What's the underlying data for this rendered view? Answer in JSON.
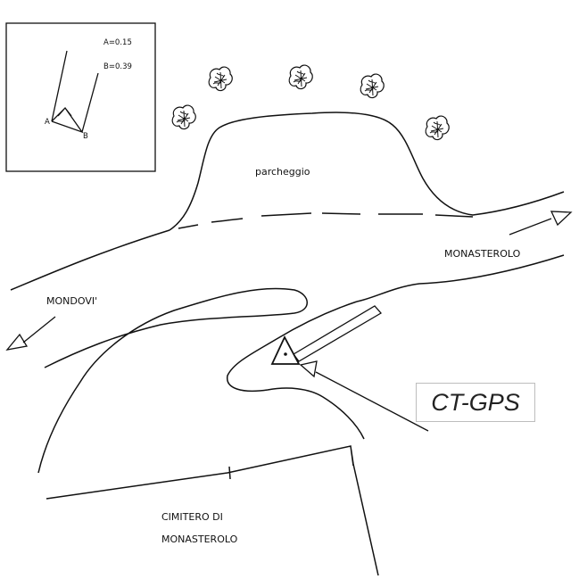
{
  "inset": {
    "param_a": "A=0.15",
    "param_b": "B=0.39",
    "point_a": "A",
    "point_b": "B"
  },
  "labels": {
    "parking": "parcheggio",
    "monasterolo_road": "MONASTEROLO",
    "mondovi_road": "MONDOVI'",
    "cemetery_line1": "CIMITERO DI",
    "cemetery_line2": "MONASTEROLO"
  },
  "station": {
    "name": "CT-GPS"
  },
  "icons": {
    "tree": "tree-icon",
    "station_marker": "triangle-station-icon",
    "direction": "road-arrow-icon"
  },
  "colors": {
    "line": "#111111",
    "label_border": "#bdbdbd",
    "background": "#ffffff"
  }
}
